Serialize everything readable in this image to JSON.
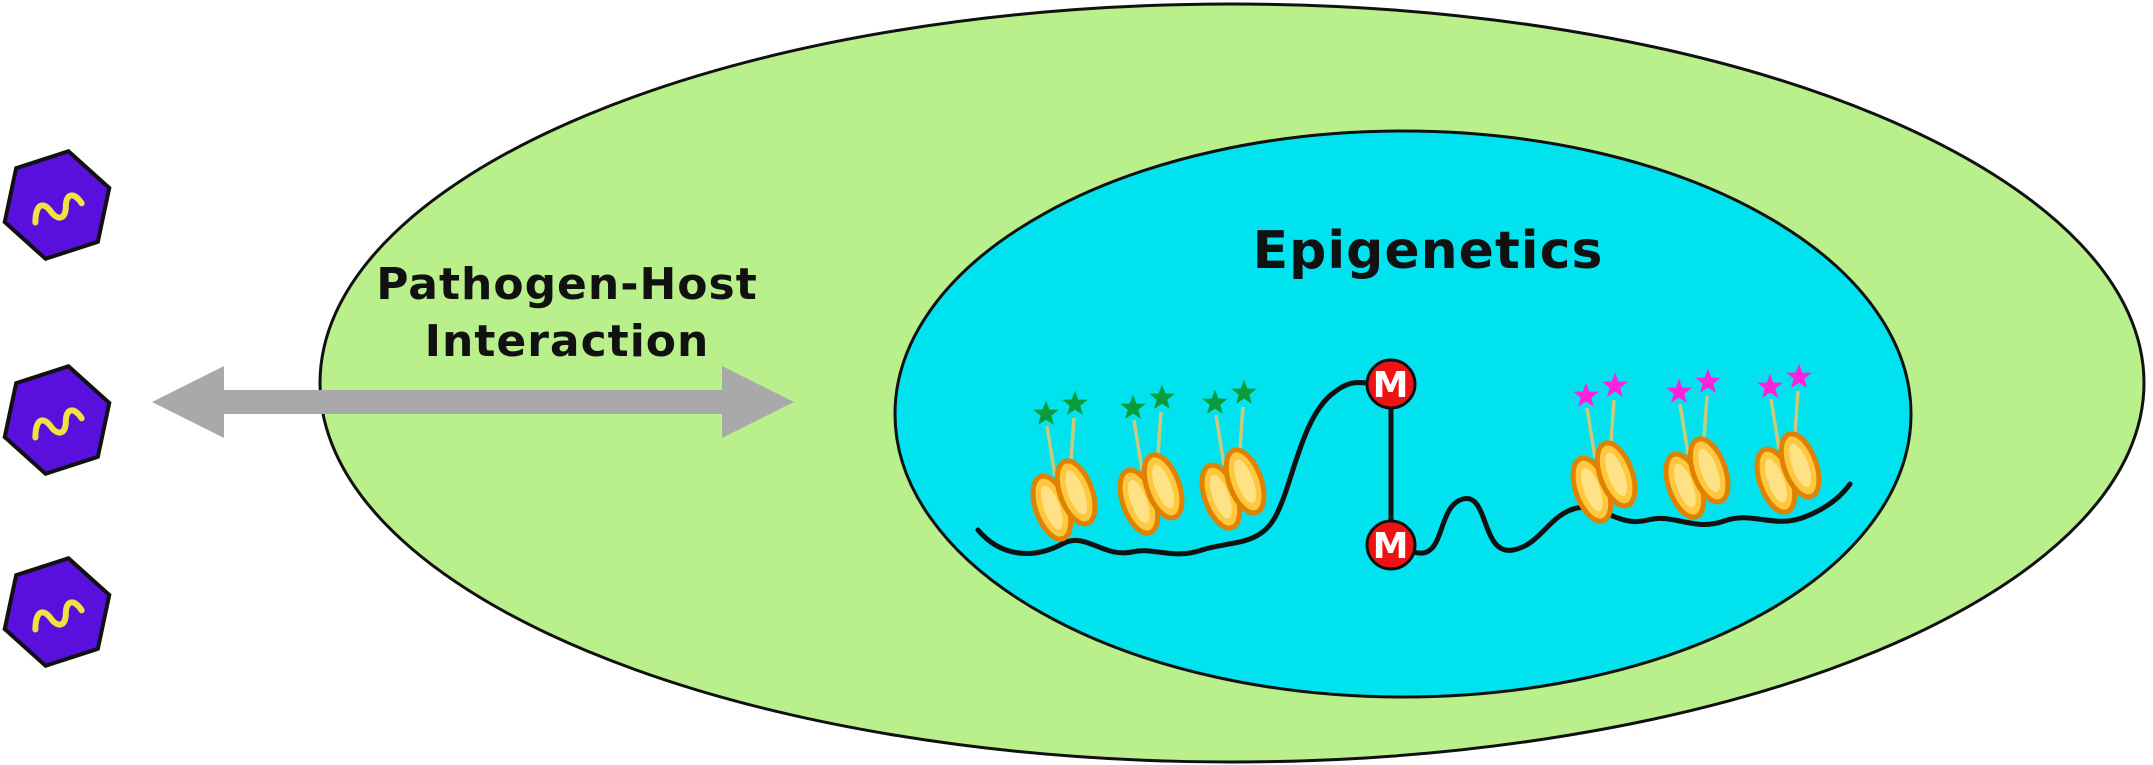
{
  "diagram": {
    "title": "Epigenetics",
    "interaction_label": {
      "line1": "Pathogen-Host",
      "line2": "Interaction"
    },
    "methylation_marks": [
      "M",
      "M"
    ],
    "pathogen_count": 3,
    "chromatin": {
      "active_group_nucleosomes": 3,
      "repressed_group_nucleosomes": 3,
      "stars_per_nucleosome": 2,
      "dna_methylation_marks": 2
    },
    "colors": {
      "cell_fill": "#b9f08c",
      "nucleus_fill": "#00e3ef",
      "outline": "#111111",
      "pathogen_fill": "#5a10dd",
      "pathogen_genome": "#f3e043",
      "arrow_fill": "#a9a9a9",
      "nucleosome_fill": "#ffc83f",
      "nucleosome_stroke": "#e08200",
      "nucleosome_highlight": "#ffe186",
      "histone_tail": "#c9c97a",
      "active_mark": "#0a9b3a",
      "repressive_mark": "#ff22dd",
      "methylation_fill": "#ee1212",
      "methylation_text": "#ffffff",
      "dna": "#111111",
      "label_text": "#111111"
    }
  }
}
